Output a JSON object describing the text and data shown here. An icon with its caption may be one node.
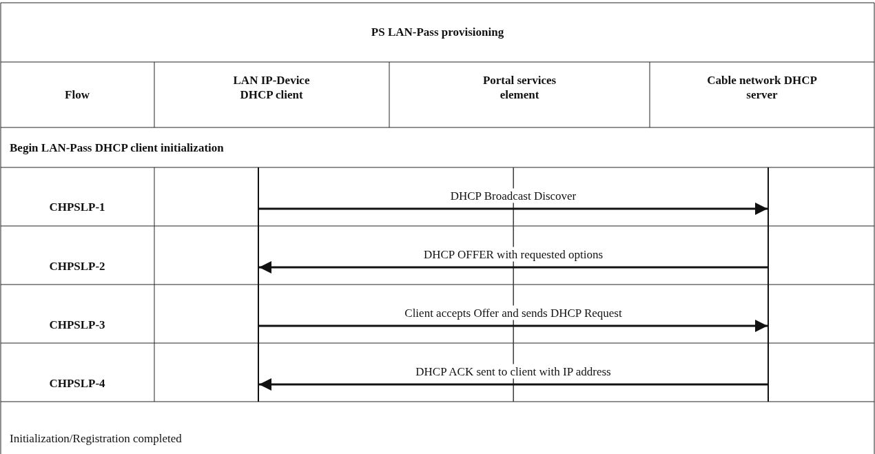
{
  "diagram": {
    "title": "PS LAN-Pass provisioning",
    "nodes": [
      {
        "text": [],
        "shape": "bar"
      },
      {
        "text": [],
        "shape": "bar"
      },
      {
        "text": [],
        "shape": "bar"
      }
    ],
    "edges": [
      {
        "from": 0,
        "to": 2,
        "arrow": "to",
        "label": "DHCP Broadcast Discover"
      },
      {
        "from": 2,
        "to": 0,
        "arrow": "to",
        "label": "DHCP OFFER with requested options"
      },
      {
        "from": 0,
        "to": 2,
        "arrow": "to",
        "label": "Client accepts Offer and sends DHCP Request"
      },
      {
        "from": 2,
        "to": 0,
        "arrow": "to",
        "label": "DHCP ACK sent to client with IP address"
      }
    ],
    "labels": [
      "Flow",
      "LAN IP-Device DHCP client",
      "Portal services element",
      "Cable network DHCP server",
      "Begin LAN-Pass DHCP client initialization",
      "CHPSLP-1",
      "CHPSLP-2",
      "CHPSLP-3",
      "CHPSLP-4",
      "Initialization/Registration completed"
    ]
  }
}
